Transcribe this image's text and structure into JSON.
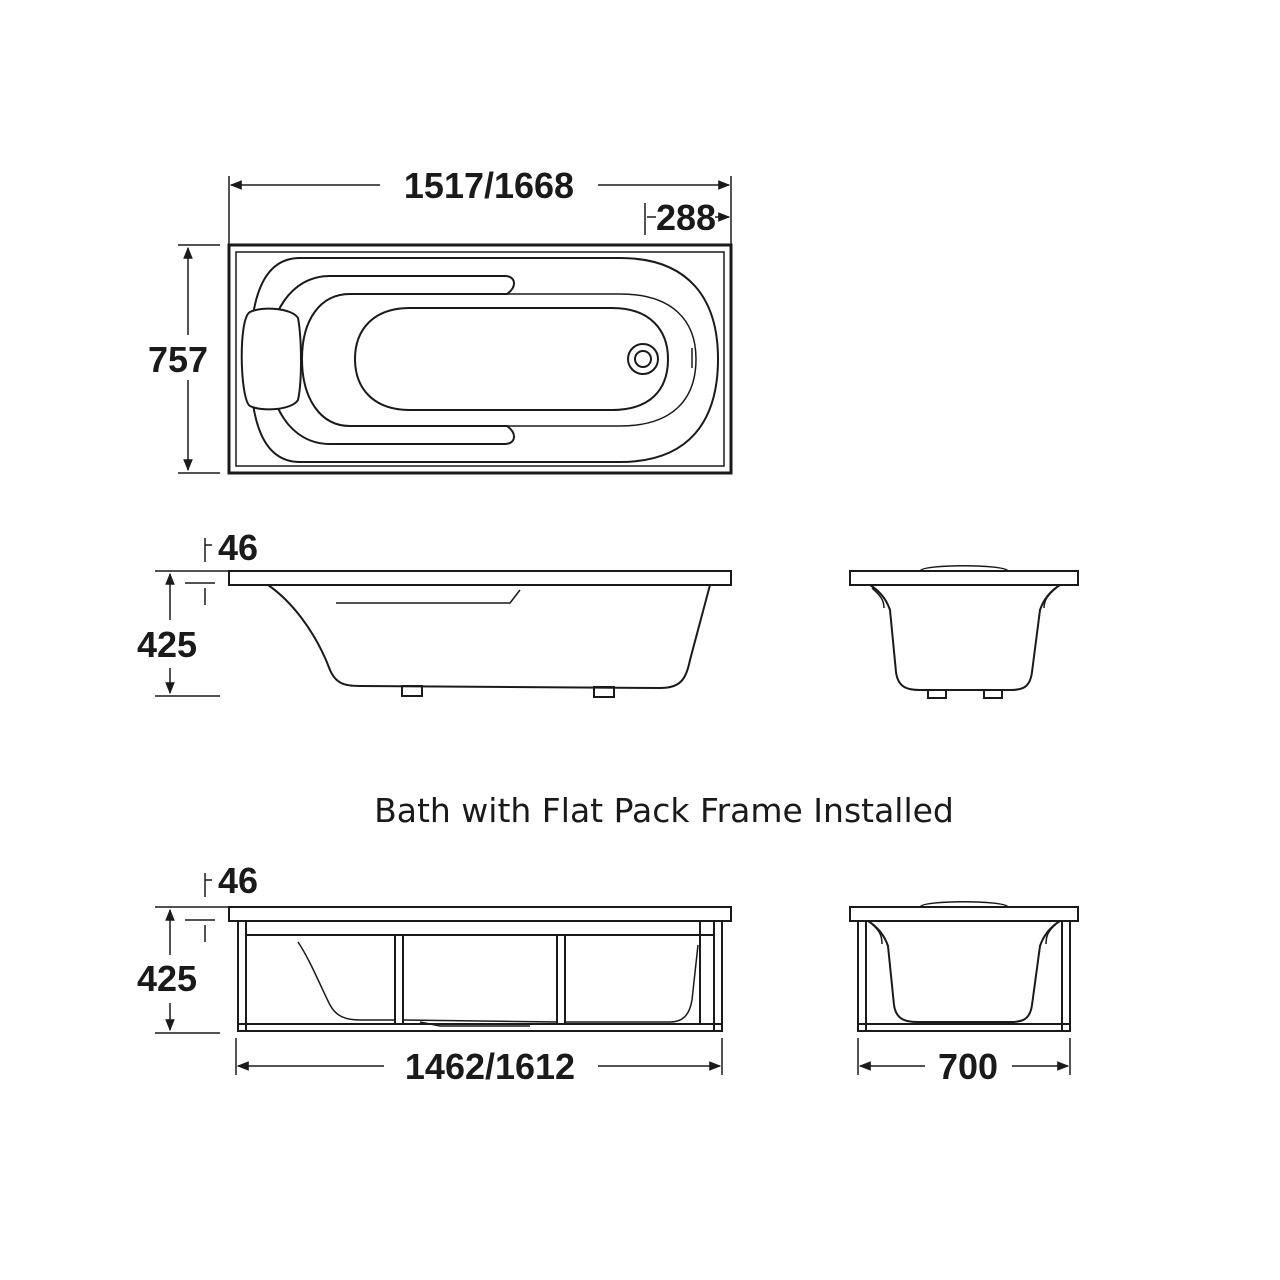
{
  "plan_view": {
    "overall_length": "1517/1668",
    "waste_offset": "288",
    "width": "757"
  },
  "side_view": {
    "rim_height": "46",
    "total_height": "425"
  },
  "caption": "Bath with Flat Pack Frame Installed",
  "frame_view": {
    "rim_height": "46",
    "total_height": "425",
    "frame_length": "1462/1612",
    "frame_width": "700"
  }
}
